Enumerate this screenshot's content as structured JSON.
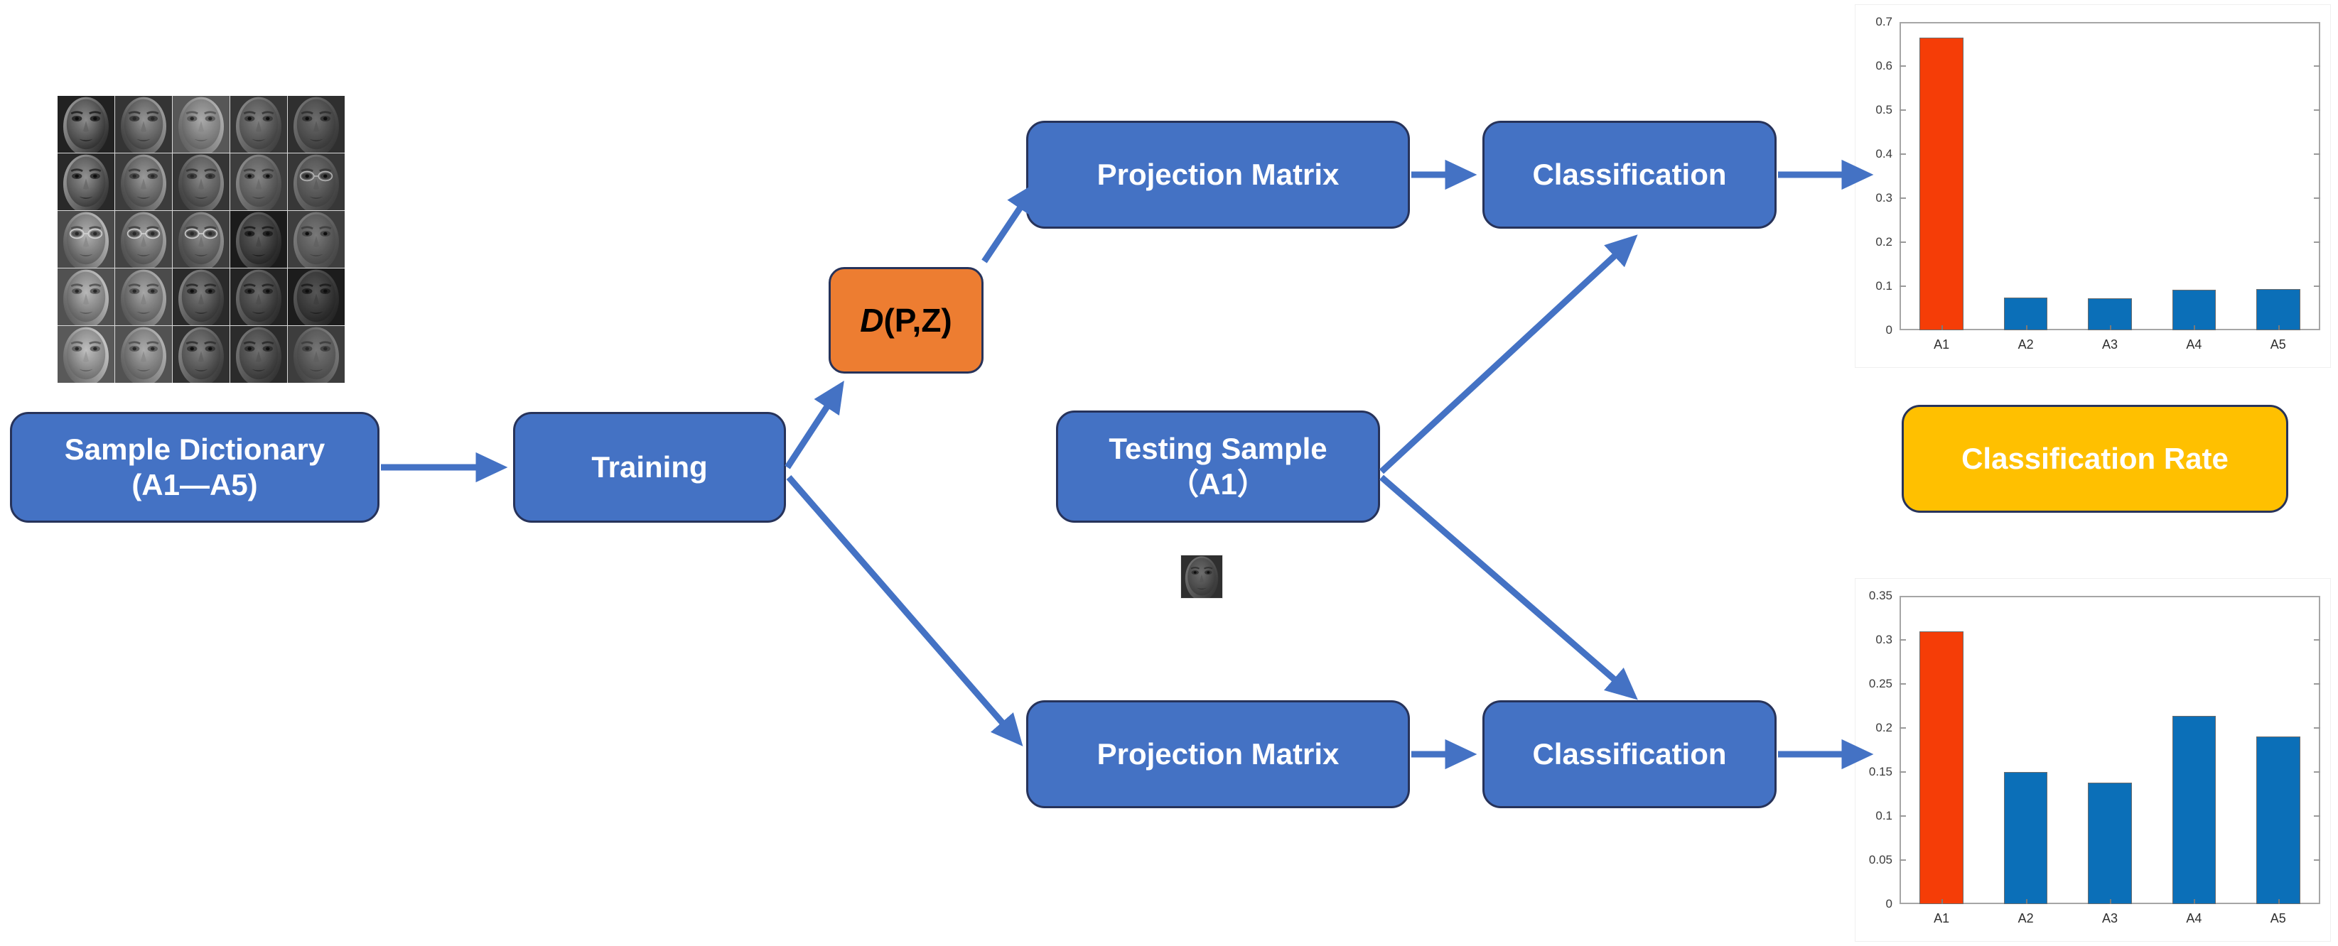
{
  "diagram": {
    "title": "Face recognition classification pipeline",
    "colors": {
      "node_blue": "#4472C4",
      "node_orange": "#ED7D31",
      "node_gold": "#FFC000",
      "node_border": "#27335a",
      "arrow": "#4472C4",
      "bar_highlight": "#F53D07",
      "bar_default": "#0B6FB8"
    },
    "nodes": {
      "sample_dictionary": {
        "line1": "Sample Dictionary",
        "line2": "(A1—A5)"
      },
      "training": {
        "label": "Training"
      },
      "distance": {
        "italic": "D",
        "rest": "(P,Z)"
      },
      "projection_matrix_top": {
        "label": "Projection Matrix"
      },
      "projection_matrix_bottom": {
        "label": "Projection Matrix"
      },
      "classification_top": {
        "label": "Classification"
      },
      "classification_bottom": {
        "label": "Classification"
      },
      "testing_sample": {
        "line1": "Testing Sample",
        "line2": "（A1）"
      },
      "classification_rate": {
        "label": "Classification Rate"
      }
    },
    "images": {
      "sample_grid_caption": "5x5 grayscale face sample grid",
      "testing_face_caption": "grayscale testing face thumbnail"
    }
  },
  "chart_data": [
    {
      "id": "chart-top",
      "type": "bar",
      "title": "",
      "xlabel": "",
      "ylabel": "",
      "categories": [
        "A1",
        "A2",
        "A3",
        "A4",
        "A5"
      ],
      "values": [
        0.665,
        0.074,
        0.073,
        0.092,
        0.094
      ],
      "colors": [
        "#F53D07",
        "#0B6FB8",
        "#0B6FB8",
        "#0B6FB8",
        "#0B6FB8"
      ],
      "ylim": [
        0,
        0.7
      ],
      "yticks": [
        0,
        0.1,
        0.2,
        0.3,
        0.4,
        0.5,
        0.6,
        0.7
      ],
      "ytick_labels": [
        "0",
        "0.1",
        "0.2",
        "0.3",
        "0.4",
        "0.5",
        "0.6",
        "0.7"
      ],
      "grid": false,
      "legend": "none"
    },
    {
      "id": "chart-bottom",
      "type": "bar",
      "title": "",
      "xlabel": "",
      "ylabel": "",
      "categories": [
        "A1",
        "A2",
        "A3",
        "A4",
        "A5"
      ],
      "values": [
        0.31,
        0.15,
        0.138,
        0.214,
        0.19
      ],
      "colors": [
        "#F53D07",
        "#0B6FB8",
        "#0B6FB8",
        "#0B6FB8",
        "#0B6FB8"
      ],
      "ylim": [
        0,
        0.35
      ],
      "yticks": [
        0,
        0.05,
        0.1,
        0.15,
        0.2,
        0.25,
        0.3,
        0.35
      ],
      "ytick_labels": [
        "0",
        "0.05",
        "0.1",
        "0.15",
        "0.2",
        "0.25",
        "0.3",
        "0.35"
      ],
      "grid": false,
      "legend": "none"
    }
  ]
}
